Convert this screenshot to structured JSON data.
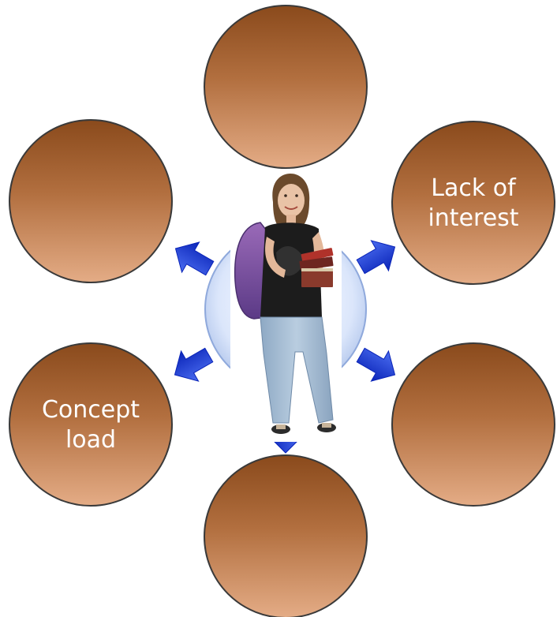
{
  "diagram": {
    "colors": {
      "circle_top": "#8a4a1c",
      "circle_mid": "#b26f3f",
      "circle_bottom": "#e4ac86",
      "circle_stroke": "#3a3a3a",
      "arrow_light": "#4a6cf0",
      "arrow_dark": "#0a24b8",
      "center_disc": "#dbe6fb",
      "center_ring": "#a9bfe8"
    },
    "nodes": [
      {
        "id": "top",
        "label": []
      },
      {
        "id": "upper-right",
        "label": [
          "Lack of",
          "interest"
        ]
      },
      {
        "id": "lower-right",
        "label": []
      },
      {
        "id": "bottom",
        "label": []
      },
      {
        "id": "lower-left",
        "label": [
          "Concept",
          "load"
        ]
      },
      {
        "id": "upper-left",
        "label": []
      }
    ],
    "center": {
      "image": "student-with-backpack-and-books"
    }
  }
}
